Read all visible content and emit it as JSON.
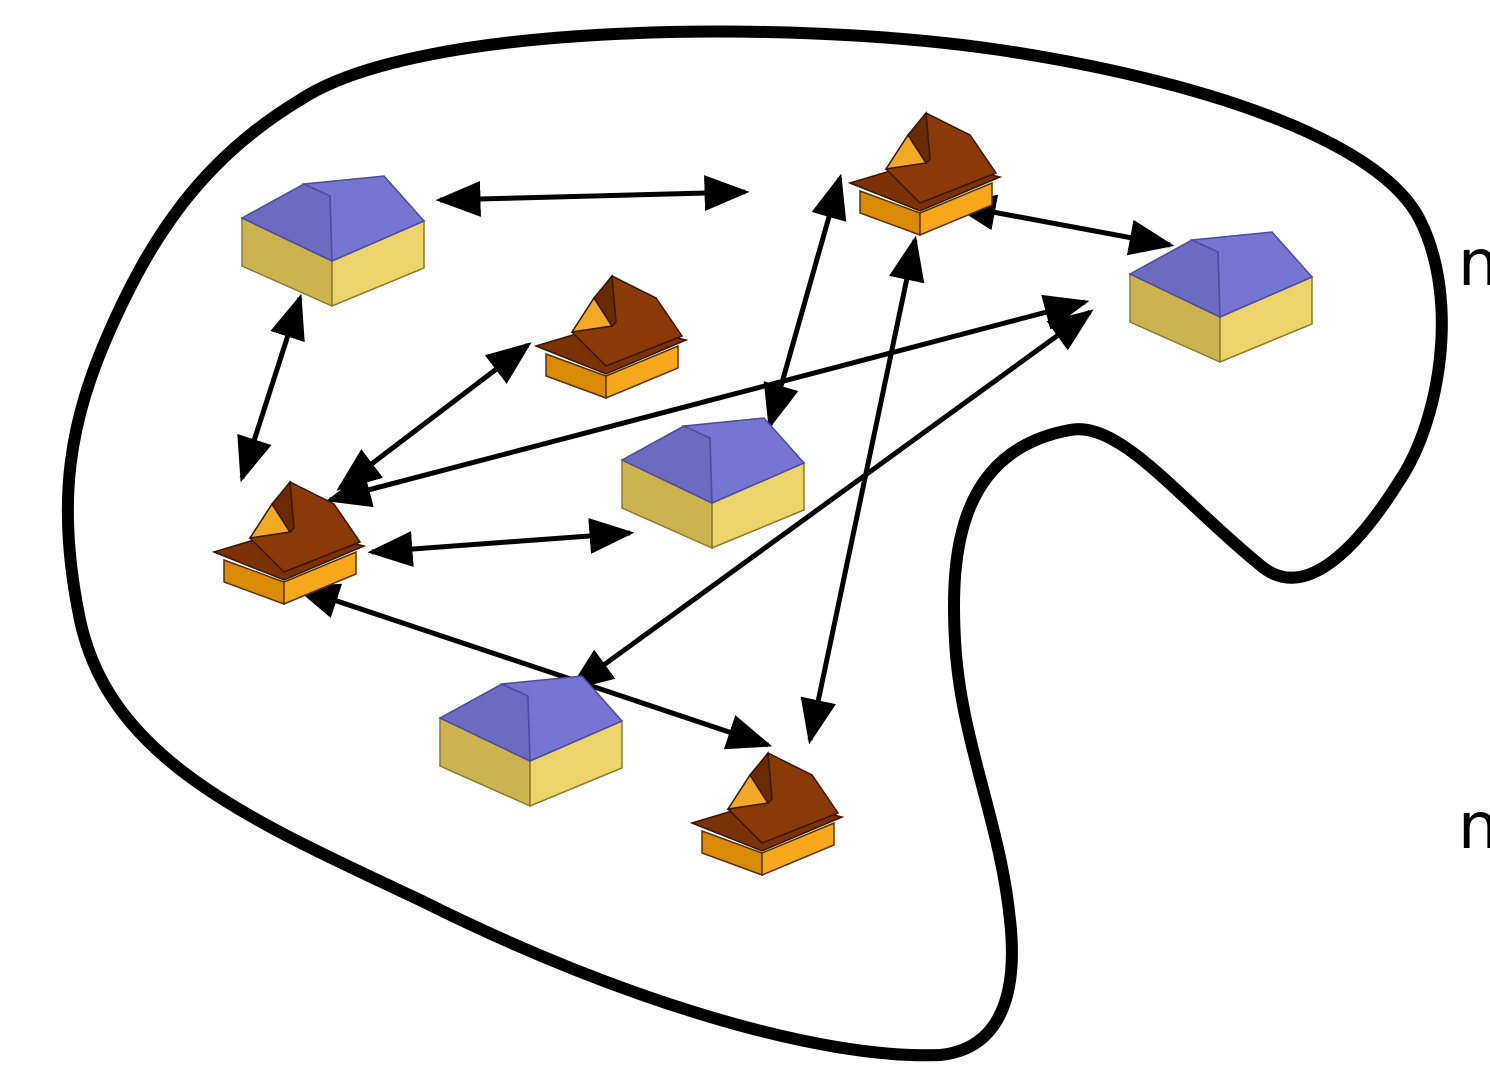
{
  "edge_text": {
    "top": "n",
    "bottom": "n"
  },
  "colors": {
    "outline": "#000000",
    "flat_roof": "#7373cc",
    "flat_roof_shade": "#5e5eb2",
    "flat_wall_front": "#ecd36a",
    "flat_wall_side": "#cdb250",
    "pagoda_roof": "#8a3a08",
    "pagoda_roof_dark": "#6a2a04",
    "pagoda_gable": "#f3a928",
    "pagoda_base": "#f7a81a",
    "pagoda_base_dark": "#d98a06",
    "arrow": "#000000"
  },
  "houses": [
    {
      "id": "h1",
      "style": "gabled"
    },
    {
      "id": "h2",
      "style": "pagoda"
    },
    {
      "id": "h3",
      "style": "gabled"
    },
    {
      "id": "h4",
      "style": "pagoda"
    },
    {
      "id": "h5",
      "style": "gabled"
    },
    {
      "id": "h6",
      "style": "pagoda"
    },
    {
      "id": "h7",
      "style": "gabled"
    },
    {
      "id": "h8",
      "style": "pagoda"
    }
  ],
  "links_count_note": ""
}
